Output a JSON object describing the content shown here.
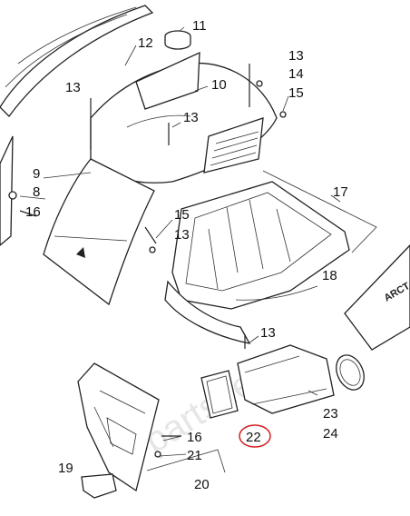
{
  "diagram": {
    "callouts": [
      {
        "id": "c11",
        "text": "11"
      },
      {
        "id": "c12",
        "text": "12"
      },
      {
        "id": "c13a",
        "text": "13"
      },
      {
        "id": "c13b",
        "text": "13"
      },
      {
        "id": "c14",
        "text": "14"
      },
      {
        "id": "c15a",
        "text": "15"
      },
      {
        "id": "c10",
        "text": "10"
      },
      {
        "id": "c13c",
        "text": "13"
      },
      {
        "id": "c9",
        "text": "9"
      },
      {
        "id": "c8",
        "text": "8"
      },
      {
        "id": "c16a",
        "text": "16"
      },
      {
        "id": "c17",
        "text": "17"
      },
      {
        "id": "c15b",
        "text": "15"
      },
      {
        "id": "c13d",
        "text": "13"
      },
      {
        "id": "c18",
        "text": "18"
      },
      {
        "id": "c13e",
        "text": "13"
      },
      {
        "id": "c23",
        "text": "23"
      },
      {
        "id": "c24",
        "text": "24"
      },
      {
        "id": "c22",
        "text": "22"
      },
      {
        "id": "c16b",
        "text": "16"
      },
      {
        "id": "c21",
        "text": "21"
      },
      {
        "id": "c19",
        "text": "19"
      },
      {
        "id": "c20",
        "text": "20"
      }
    ],
    "highlighted_callout": "22",
    "highlight_color": "#d42020",
    "brand_text": "ARCT",
    "watermark": "partsdeal"
  }
}
